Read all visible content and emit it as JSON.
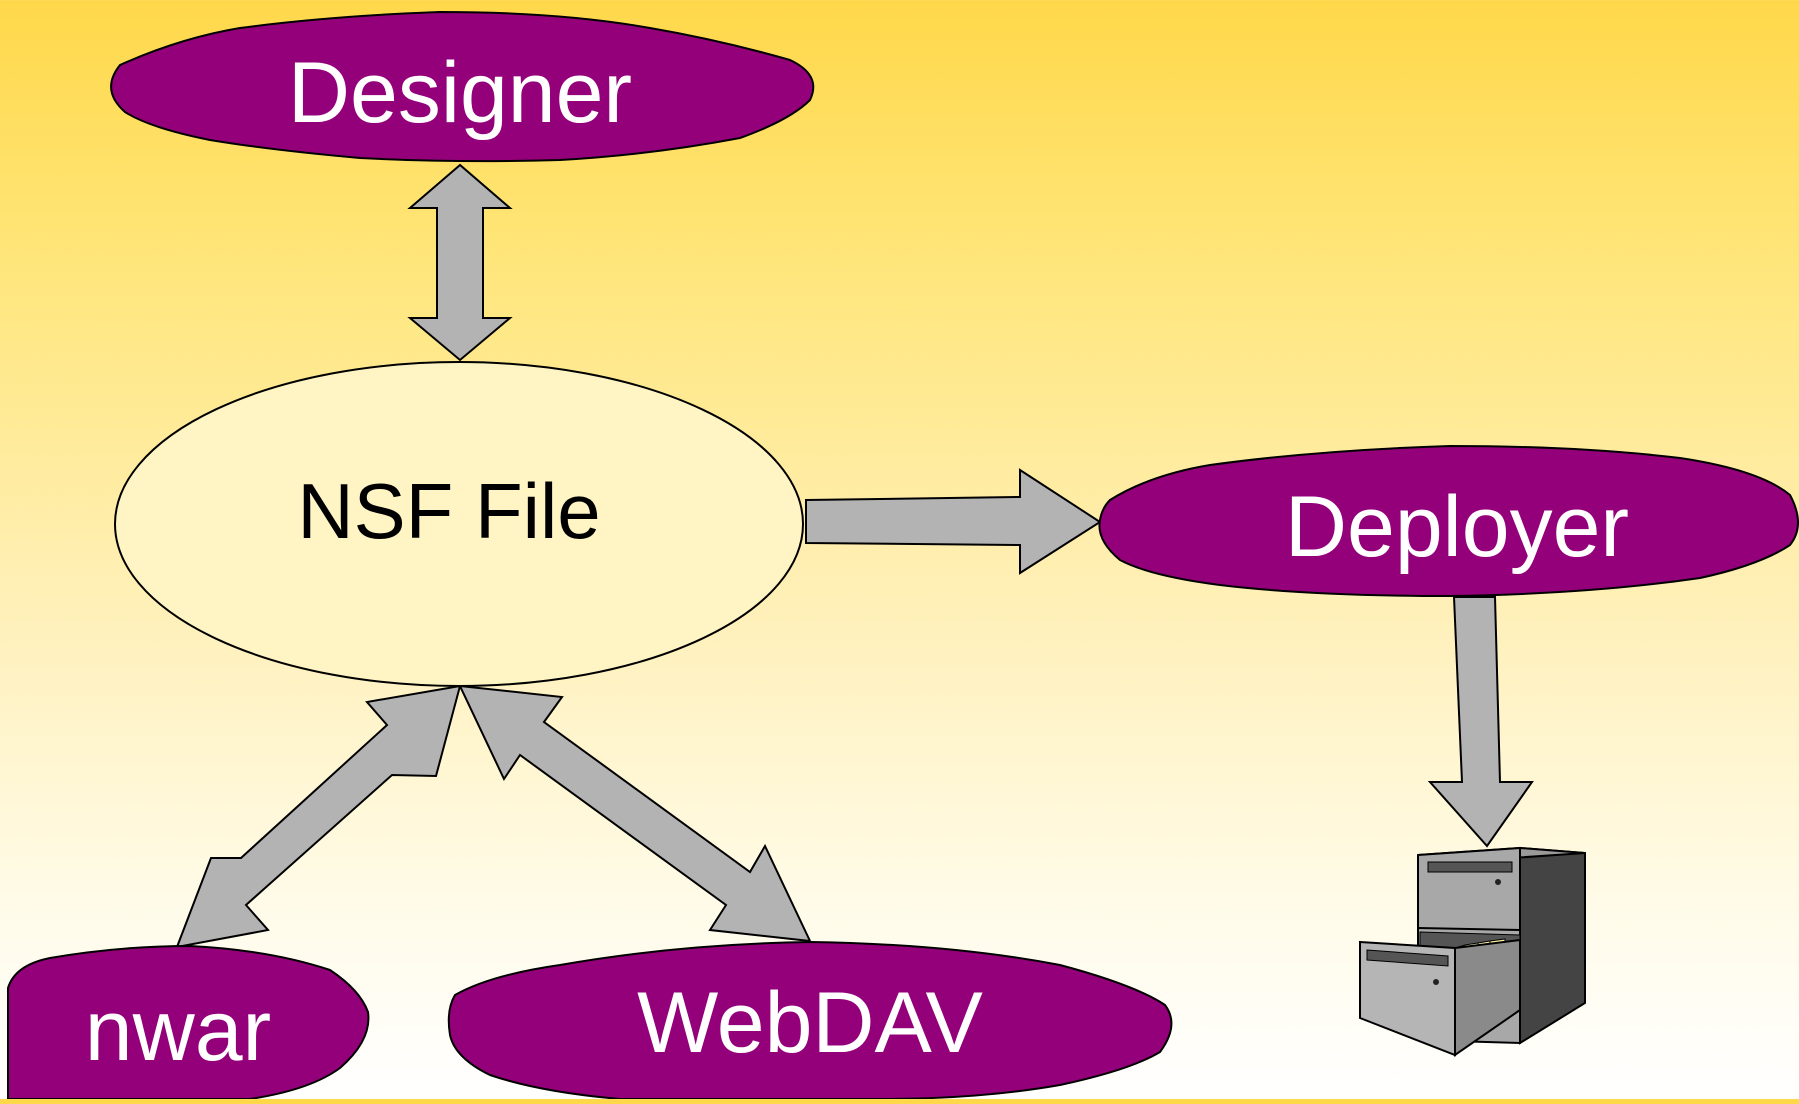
{
  "nodes": {
    "designer": {
      "label": "Designer"
    },
    "nsf_file": {
      "label": "NSF File"
    },
    "deployer": {
      "label": "Deployer"
    },
    "nwar": {
      "label": "nwar"
    },
    "webdav": {
      "label": "WebDAV"
    }
  },
  "colors": {
    "node_fill": "#94007a",
    "node_text": "#ffffff",
    "nsf_fill": "#fff4c4",
    "nsf_text": "#000000",
    "arrow_fill": "#b3b3b3",
    "stroke": "#000000"
  },
  "icons": {
    "cabinet": "filing-cabinet-icon"
  }
}
